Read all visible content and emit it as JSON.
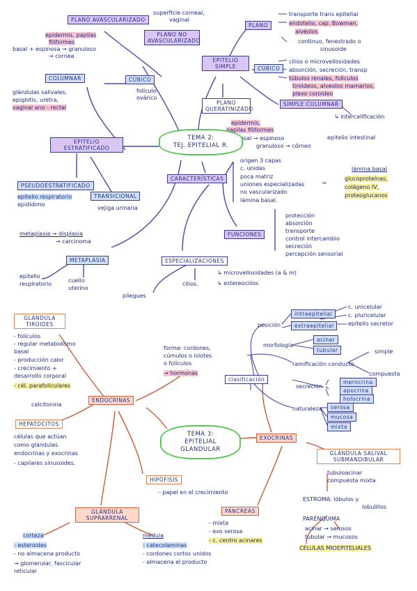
{
  "tema2": {
    "title_line1": "TEMA 2:",
    "title_line2": "TEJ. EPITELIAL R.",
    "plano_avascular": "PLANO AVASCULARIZADO",
    "plano_avascular_items": [
      "epidermis, papilas",
      "filiformes",
      "basal + espinosa → granuloso",
      "→ cornea"
    ],
    "plano_no_avascular": "PLANO NO AVASCULARIZADO",
    "superficie": "superficie corneal,",
    "superficie2": "vaginal",
    "columnar": "COLUMNAR",
    "columnar_items": [
      "glándulas salivales,",
      "epiglotis, uretra,",
      "vaginal ano - rectal"
    ],
    "cubico_left": "CÚBICO",
    "cubico_left_items": [
      "folículo",
      "ovárico"
    ],
    "epitelio_simple": "EPITELIO SIMPLE",
    "plano_right": "PLANO",
    "plano_right_items": [
      "transporte trans epitelial",
      "endotelio, cap. Bowman,",
      "alvéolos",
      "continuo, fenestrado o",
      "sinusoide"
    ],
    "cubico_right": "CÚBICO",
    "cubico_right_items": [
      "cilios o microvellosidades",
      "absorción, secreción, transp",
      "túbulos renales, folículos",
      "tiroideos, alveolos mamarios,",
      "plexo coroideo"
    ],
    "plano_queratinizado": "PLANO QUERATINIZADO",
    "simple_columnar": "SIMPLE COLUMNAR",
    "simple_columnar_items": [
      "↳ intercalificación",
      "epitelio intestinal"
    ],
    "queratinizado_items": [
      "epidermis,",
      "papilas filiformes",
      "basal → espinoso",
      "granuloso → córneo"
    ],
    "epitelio_estratificado": "EPITELIO ESTRATIFICADO",
    "pseudoestratificado": "PSEUDOESTRATIFICADO",
    "pseudo_items": [
      "epitelio respiratorio",
      "epidídimo"
    ],
    "transicional": "TRANSICIONAL",
    "transicional_item": "vejiga urinaria",
    "caracteristicas": "CARACTERÍSTICAS",
    "caracteristicas_items": [
      "origen 3 capas",
      "c. unidas",
      "poca matriz",
      "uniones especializadas",
      "no vascularizado",
      "lámina basal."
    ],
    "lamina_basal": "lámina basal",
    "lamina_items": [
      "glucoproteínas,",
      "colágeno IV,",
      "proteoglucanos"
    ],
    "arrow_eq": "⇒",
    "funciones": "FUNCIONES",
    "funciones_items": [
      "protección",
      "absorción",
      "transporte",
      "control intercambio",
      "secreción",
      "percepción sensorial"
    ],
    "metaplasia_line1": "metaplasia → displasia",
    "metaplasia_line2": "→ carcinoma",
    "metaplasia": "METAPLASIA",
    "metaplasia_left": [
      "epitelio",
      "respiratorio"
    ],
    "metaplasia_right": [
      "cuello",
      "uterino"
    ],
    "especializaciones": "ESPECIALIZACIONES",
    "esp_cilios": "cilios.",
    "esp_micro": "↳ microvellosidades (a & m)",
    "esp_estereo": "↳ estereocilios",
    "esp_pliegues": "pliegues"
  },
  "tema3": {
    "title_line1": "TEMA 3:",
    "title_line2": "EPITELIAL GLANDULAR",
    "glandula_tiroides": "GLÁNDULA TIROIDES",
    "tiroides_items": [
      "- folículos",
      "- regular metabolismo",
      "  basal",
      "- producción calor",
      "- crecimiento +",
      "  desarrollo corporal",
      "- cél. parafoliculares"
    ],
    "calcitonina": "calcitonina",
    "forma": "forma: cordones,",
    "forma2": "cúmulos o islotes",
    "forma3": "o folículos",
    "hormonas": "→ hormonas",
    "endocrinas": "ENDOCRINAS",
    "hepatocitos": "HEPATOCITOS",
    "hepatocitos_items": [
      "células que actúan",
      "como glándulas",
      "endocrinas y exocrinas",
      "- capilares sinusoides."
    ],
    "hipofisis": "HIPÓFISIS",
    "hipofisis_item": "- papel en el crecimiento",
    "glandula_suprarrenal": "GLÁNDULA SUPRARRENAL",
    "corteza": "corteza",
    "corteza_items": [
      "- esteroides",
      "- no almacena producto",
      "→ glomerular, fascicular",
      "   reticular"
    ],
    "medula": "médula",
    "medula_items": [
      "- catecolaminas",
      "- cordones cortos unidos",
      "- almacena el producto"
    ],
    "clasificacion": "clasificación",
    "posicion": "posición",
    "intraepitelial": "intraepitelial",
    "extraepitelial": "extraepitelial",
    "posicion_items": [
      "c. unicelular",
      "c. pluricelular",
      "epitelio secretor"
    ],
    "morfologia": "morfología",
    "acinar": "acinar",
    "tubular": "tubular",
    "ramificacion": "ramificación conducto",
    "simple": "simple",
    "compuesta": "compuesta",
    "secrecion": "secreción",
    "merocrina": "merocrina",
    "apocrina": "apocrina",
    "holocrina": "holocrina",
    "naturaleza": "naturaleza",
    "serosa": "serosa",
    "mucosa": "mucosa",
    "mixta": "mixta",
    "exocrinas": "EXOCRINAS",
    "glandula_salival": "GLÁNDULA SALIVAL SUBMANDIBULAR",
    "salival_desc1": "tubuloacinar",
    "salival_desc2": "compuesta mixta",
    "estroma": "ESTROMA: lóbulos y",
    "estroma2": "lobulillos",
    "parenquima": "PARÉNQUIMA",
    "acinar_serosos": "acinar → serosos",
    "tubular_mucosos": "tubular → mucosos",
    "celulas_mioepiteliales": "CÉLULAS MIOEPITELIALES",
    "pancreas": "PÁNCREAS",
    "pancreas_items": [
      "- mixta",
      "- exo serosa",
      "- c. centro acinares"
    ]
  }
}
